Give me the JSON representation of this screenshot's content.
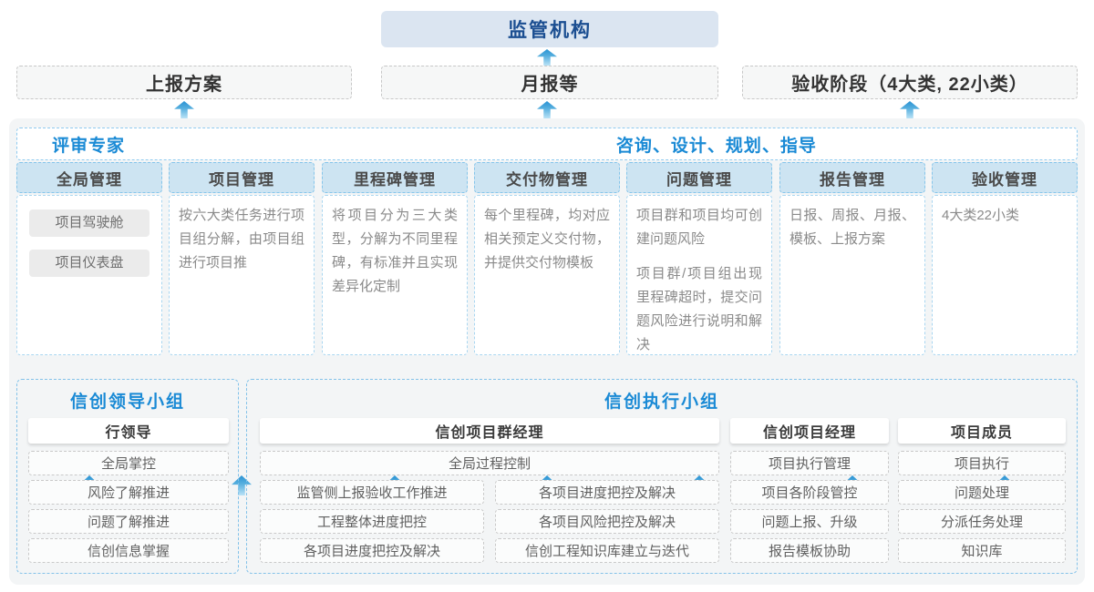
{
  "top": {
    "regulator": "监管机构"
  },
  "report_row": [
    {
      "label": "上报方案"
    },
    {
      "label": "月报等"
    },
    {
      "label": "验收阶段（4大类, 22小类）"
    }
  ],
  "platform": {
    "left_title": "评审专家",
    "right_title": "咨询、设计、规划、指导",
    "columns": [
      {
        "header": "全局管理",
        "chips": [
          "项目驾驶舱",
          "项目仪表盘"
        ]
      },
      {
        "header": "项目管理",
        "paragraphs": [
          "按六大类任务进行项目组分解，由项目组进行项目推"
        ]
      },
      {
        "header": "里程碑管理",
        "paragraphs": [
          "将项目分为三大类型，分解为不同里程碑，有标准并且实现差异化定制"
        ]
      },
      {
        "header": "交付物管理",
        "paragraphs": [
          "每个里程碑，均对应相关预定义交付物，并提供交付物模板"
        ]
      },
      {
        "header": "问题管理",
        "paragraphs": [
          "项目群和项目均可创建问题风险",
          "项目群/项目组出现里程碑超时，提交问题风险进行说明和解决"
        ]
      },
      {
        "header": "报告管理",
        "paragraphs": [
          "日报、周报、月报、模板、上报方案"
        ]
      },
      {
        "header": "验收管理",
        "paragraphs": [
          "4大类22小类"
        ]
      }
    ]
  },
  "groups": {
    "leader": {
      "title": "信创领导小组",
      "role": "行领导",
      "items": [
        "全局掌控",
        "风险了解推进",
        "问题了解推进",
        "信创信息掌握"
      ]
    },
    "executor": {
      "title": "信创执行小组",
      "program_manager": {
        "role": "信创项目群经理",
        "full_item": "全局过程控制",
        "left_items": [
          "监管侧上报验收工作推进",
          "工程整体进度把控",
          "各项目进度把控及解决"
        ],
        "right_items": [
          "各项目进度把控及解决",
          "各项目风险把控及解决",
          "信创工程知识库建立与迭代"
        ]
      },
      "project_manager": {
        "role": "信创项目经理",
        "items": [
          "项目执行管理",
          "项目各阶段管控",
          "问题上报、升级",
          "报告模板协助"
        ]
      },
      "member": {
        "role": "项目成员",
        "items": [
          "项目执行",
          "问题处理",
          "分派任务处理",
          "知识库"
        ]
      }
    }
  },
  "colors": {
    "accent_blue": "#1a8ad5",
    "navy_text": "#1b4e91",
    "top_box_bg": "#dbe5f1",
    "column_header_bg": "#cde4f2",
    "dashed_blue": "#85c5ea",
    "container_bg": "#f3f5f6",
    "arrow_blue": "#2892d3"
  }
}
